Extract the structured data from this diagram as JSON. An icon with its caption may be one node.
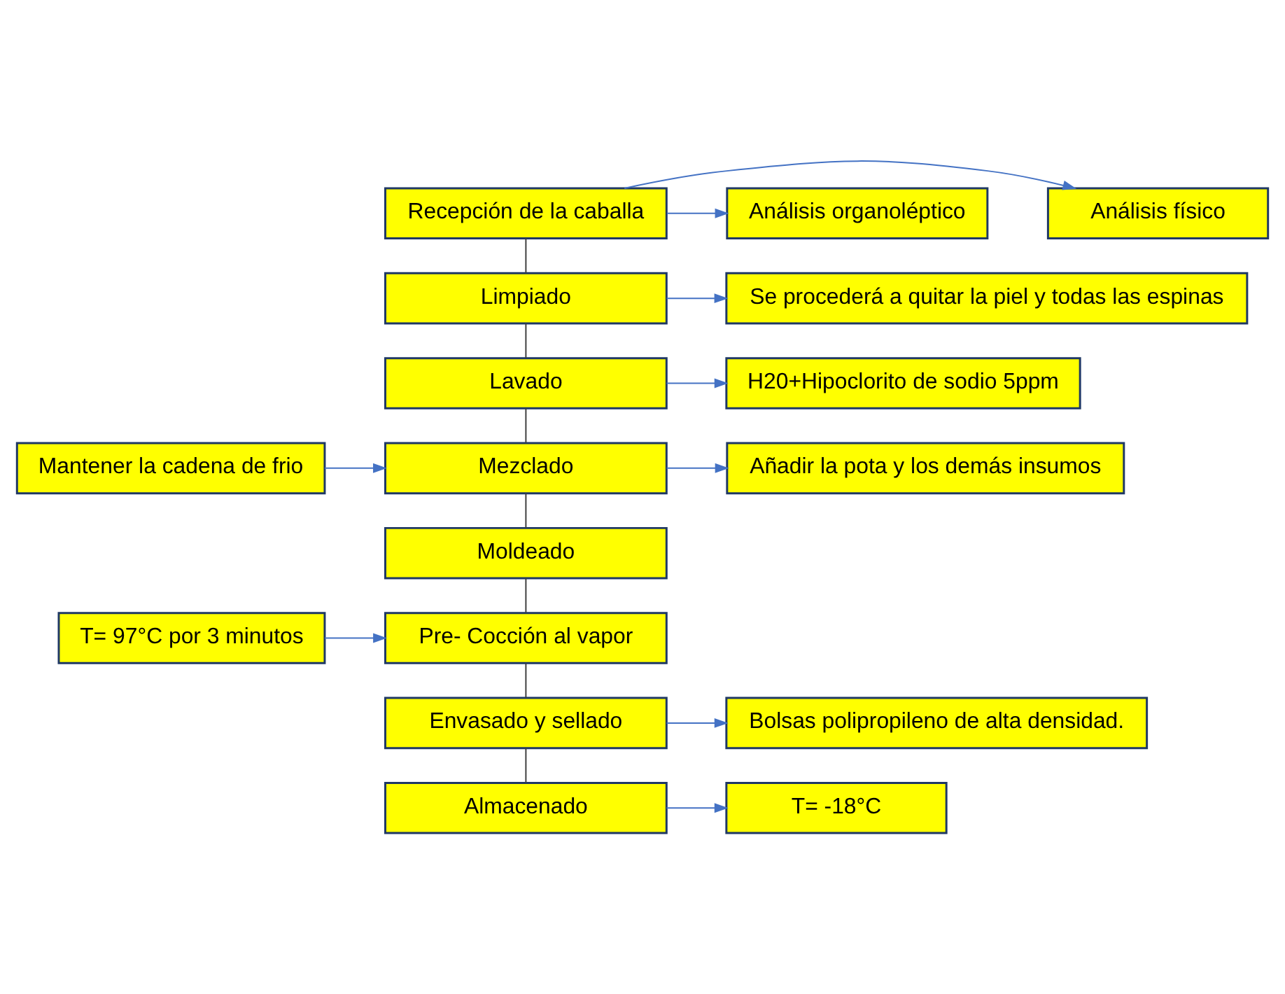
{
  "diagram": {
    "nodes": [
      {
        "text": [
          "Recepción de la caballa"
        ]
      },
      {
        "text": [
          "Análisis físico"
        ]
      },
      {
        "text": [
          "Análisis organoléptico"
        ]
      },
      {
        "text": [
          "Limpiado"
        ]
      },
      {
        "text": [
          "Se procederá a quitar la piel y todas las espinas"
        ]
      },
      {
        "text": [
          "Lavado"
        ]
      },
      {
        "text": [
          "H20+Hipoclorito de sodio 5ppm"
        ]
      },
      {
        "text": [
          "Mezclado"
        ]
      },
      {
        "text": [
          "Mantener la cadena de frio"
        ]
      },
      {
        "text": [
          "Añadir la pota y los demás insumos"
        ]
      },
      {
        "text": [
          "Moldeado"
        ]
      },
      {
        "text": [
          "Pre- Cocción al vapor"
        ]
      },
      {
        "text": [
          "T= 97°C por 3 minutos"
        ]
      },
      {
        "text": [
          "Envasado y sellado"
        ]
      },
      {
        "text": [
          "Bolsas polipropileno de alta densidad."
        ]
      },
      {
        "text": [
          "Almacenado"
        ]
      },
      {
        "text": [
          "T= -18°C"
        ]
      }
    ],
    "edges": [
      {
        "from": 0,
        "to": 1,
        "arrow": "to"
      },
      {
        "from": 0,
        "to": 2,
        "arrow": "to"
      },
      {
        "from": 0,
        "to": 3,
        "arrow": "none",
        "color": "#404040"
      },
      {
        "from": 3,
        "to": 4,
        "arrow": "to"
      },
      {
        "from": 3,
        "to": 5,
        "arrow": "none",
        "color": "#404040"
      },
      {
        "from": 5,
        "to": 6,
        "arrow": "to"
      },
      {
        "from": 5,
        "to": 7,
        "arrow": "none",
        "color": "#404040"
      },
      {
        "from": 8,
        "to": 7,
        "arrow": "to"
      },
      {
        "from": 7,
        "to": 9,
        "arrow": "to"
      },
      {
        "from": 7,
        "to": 10,
        "arrow": "none",
        "color": "#404040"
      },
      {
        "from": 10,
        "to": 11,
        "arrow": "none",
        "color": "#404040"
      },
      {
        "from": 12,
        "to": 11,
        "arrow": "to"
      },
      {
        "from": 11,
        "to": 13,
        "arrow": "none",
        "color": "#404040"
      },
      {
        "from": 13,
        "to": 14,
        "arrow": "to"
      },
      {
        "from": 13,
        "to": 15,
        "arrow": "none",
        "color": "#404040"
      },
      {
        "from": 15,
        "to": 16,
        "arrow": "to"
      }
    ]
  }
}
